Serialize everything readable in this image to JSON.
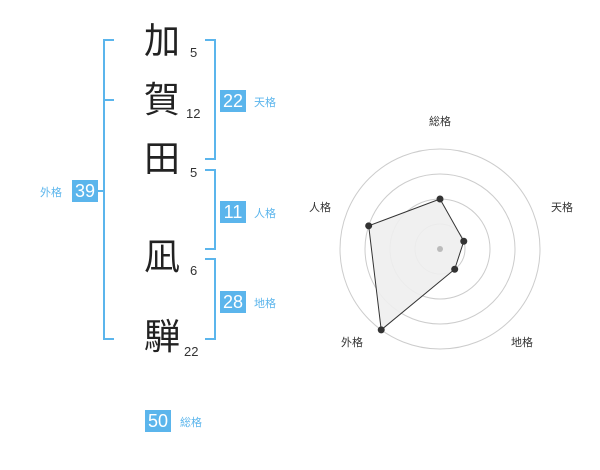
{
  "name_chars": [
    {
      "char": "加",
      "strokes": "5"
    },
    {
      "char": "賀",
      "strokes": "12"
    },
    {
      "char": "田",
      "strokes": "5"
    },
    {
      "char": "凪",
      "strokes": "6"
    },
    {
      "char": "騨",
      "strokes": "22"
    }
  ],
  "fortunes": {
    "tenkaku": {
      "value": "22",
      "label": "天格"
    },
    "jinkaku": {
      "value": "11",
      "label": "人格"
    },
    "chikaku": {
      "value": "28",
      "label": "地格"
    },
    "gaikaku": {
      "value": "39",
      "label": "外格"
    },
    "soukaku": {
      "value": "50",
      "label": "総格"
    }
  },
  "colors": {
    "accent": "#5bb5ec",
    "text": "#222222",
    "radar_fill": "#eeeeee",
    "radar_grid": "#cccccc"
  },
  "chart_data": {
    "type": "radar",
    "axes": [
      "総格",
      "天格",
      "地格",
      "外格",
      "人格"
    ],
    "values": [
      2,
      1,
      1,
      4,
      3
    ],
    "max": 4,
    "rings": 4
  }
}
